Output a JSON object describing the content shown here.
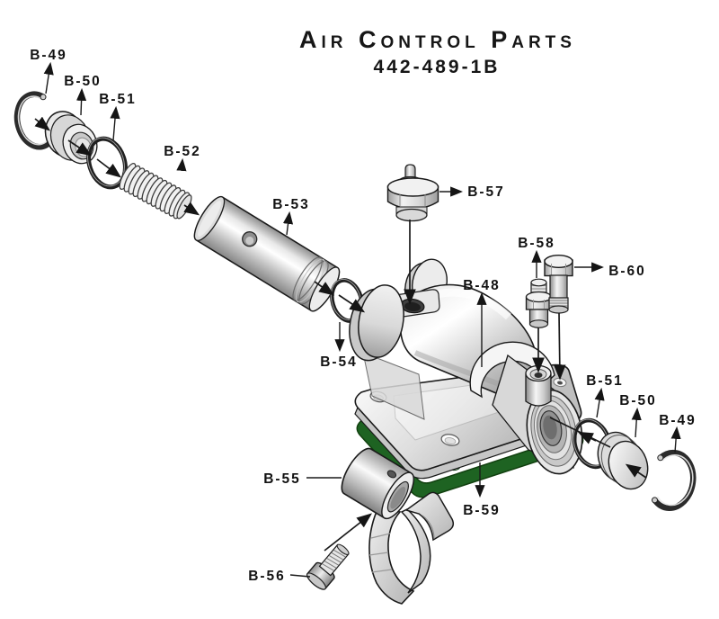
{
  "title": "Air Control Parts",
  "part_number": "442-489-1B",
  "diagram": {
    "labels": [
      {
        "id": "b49-left",
        "text": "B-49"
      },
      {
        "id": "b50-left",
        "text": "B-50"
      },
      {
        "id": "b51-left",
        "text": "B-51"
      },
      {
        "id": "b52",
        "text": "B-52"
      },
      {
        "id": "b53",
        "text": "B-53"
      },
      {
        "id": "b57",
        "text": "B-57"
      },
      {
        "id": "b48",
        "text": "B-48"
      },
      {
        "id": "b58",
        "text": "B-58"
      },
      {
        "id": "b60",
        "text": "B-60"
      },
      {
        "id": "b54",
        "text": "B-54"
      },
      {
        "id": "b51-right",
        "text": "B-51"
      },
      {
        "id": "b50-right",
        "text": "B-50"
      },
      {
        "id": "b49-right",
        "text": "B-49"
      },
      {
        "id": "b55",
        "text": "B-55"
      },
      {
        "id": "b56",
        "text": "B-56"
      },
      {
        "id": "b59",
        "text": "B-59"
      }
    ]
  },
  "colors": {
    "background": "#ffffff",
    "outline": "#1a1a1a",
    "gasket_green": "#1e6322",
    "metal_light": "#f2f2f2",
    "metal_mid": "#d4d4d4",
    "metal_dark": "#8e8e8e",
    "text": "#121212"
  }
}
